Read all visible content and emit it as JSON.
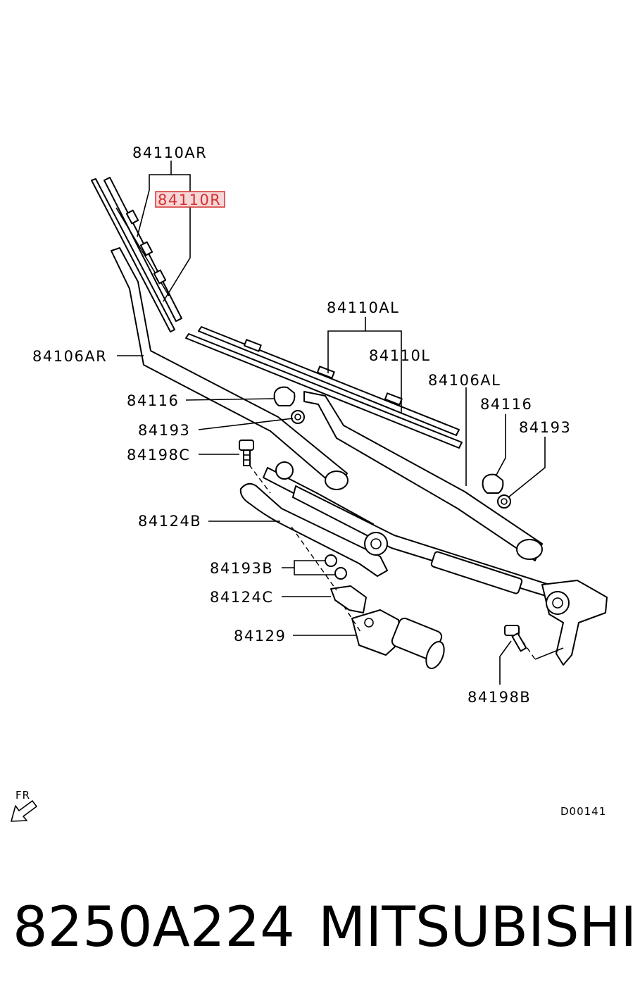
{
  "diagram": {
    "labels": {
      "blade_right_assy": "84110AR",
      "blade_right": "84110R",
      "arm_right": "84106AR",
      "blade_left_assy": "84110AL",
      "blade_left": "84110L",
      "arm_left": "84106AL",
      "cap_right": "84116",
      "nut_right": "84193",
      "bolt_c": "84198C",
      "linkage": "84124B",
      "cap_left": "84116",
      "nut_left": "84193",
      "nut_b": "84193B",
      "bracket_c": "84124C",
      "motor": "84129",
      "bolt_b": "84198B"
    },
    "highlight_color": "#d43030",
    "front_indicator": "FR",
    "diagram_code": "D00141"
  },
  "footer": {
    "part_number": "8250A224",
    "brand": "MITSUBISHI"
  }
}
